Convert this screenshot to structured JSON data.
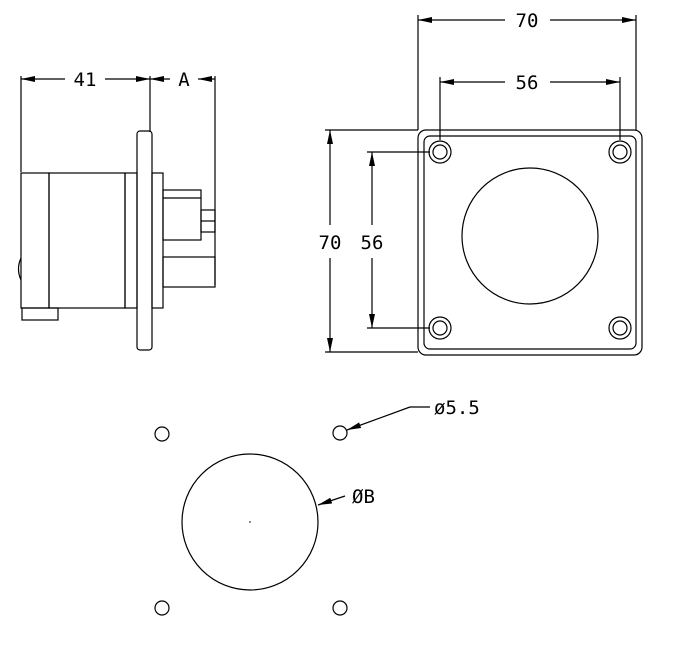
{
  "side_view": {
    "dim_length": "41",
    "dim_depth": "A"
  },
  "front_view": {
    "dim_width": "70",
    "dim_hole_spacing_h": "56",
    "dim_height": "70",
    "dim_hole_spacing_v": "56"
  },
  "cutout": {
    "hole_diameter": "ø5.5",
    "center_diameter": "ØB"
  }
}
